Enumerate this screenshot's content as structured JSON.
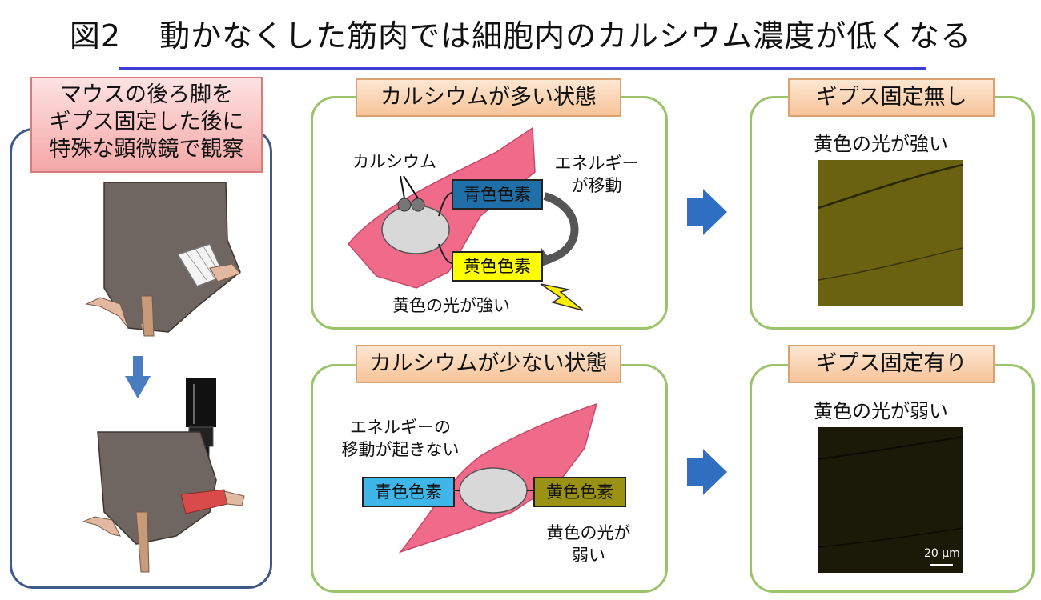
{
  "title": {
    "figure_no": "図2",
    "text": "動かなくした筋肉では細胞内のカルシウム濃度が低くなる"
  },
  "left_panel": {
    "lines": [
      "マウスの後ろ脚を",
      "ギプス固定した後に",
      "特殊な顕微鏡で観察"
    ]
  },
  "high_panel": {
    "heading": "カルシウムが多い状態",
    "calcium_label": "カルシウム",
    "energy_label": [
      "エネルギー",
      "が移動"
    ],
    "blue_pigment": "青色色素",
    "yellow_pigment": "黄色色素",
    "result": "黄色の光が強い"
  },
  "low_panel": {
    "heading": "カルシウムが少ない状態",
    "energy_label": [
      "エネルギーの",
      "移動が起きない"
    ],
    "blue_pigment": "青色色素",
    "yellow_pigment": "黄色色素",
    "result": [
      "黄色の光が",
      "弱い"
    ]
  },
  "no_cast_panel": {
    "heading": "ギプス固定無し",
    "caption": "黄色の光が強い"
  },
  "cast_panel": {
    "heading": "ギプス固定有り",
    "caption": "黄色の光が弱い",
    "scale_bar": "20 μm"
  },
  "colors": {
    "accent_line": "#3b3fd6",
    "panel_border_green": "#9ac36a",
    "panel_border_blue": "#3e5a8a",
    "cell_pink": "#f06b8a",
    "blue_pigment_strong": "#1f6fa8",
    "blue_pigment_light": "#3fb6ea",
    "yellow_pigment_bright": "#ffff00",
    "yellow_pigment_dim": "#9a9212",
    "arrow_blue": "#2e6fc2"
  }
}
